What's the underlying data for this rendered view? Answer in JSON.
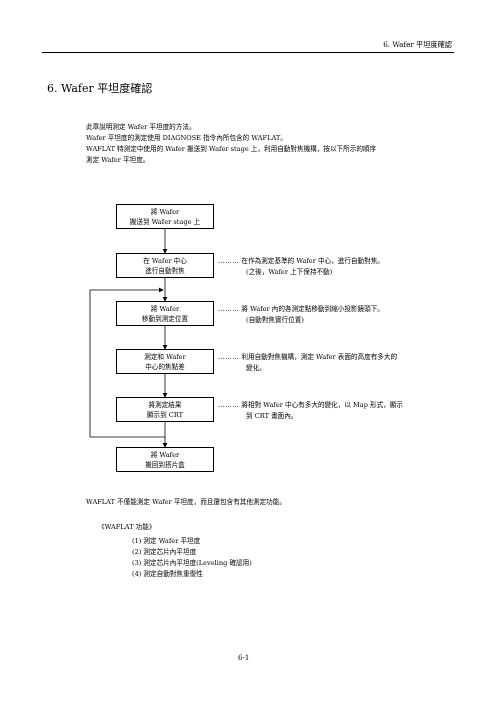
{
  "header": {
    "chapter": "6. Wafer 平坦度確認"
  },
  "title": "6. Wafer 平坦度確認",
  "intro": [
    "此章說明測定 Wafer 平坦度的方法。",
    "Wafer 平坦度的測定使用 DIAGNOSE 指令內所包含的 WAFLAT。",
    "WAFLAT 特測定中使用的 Wafer 搬送到 Wafer stage 上，利用自動對焦機構，按以下所示的順序",
    "測定 Wafer 平坦度。"
  ],
  "flow": {
    "boxes": [
      {
        "line1": "將 Wafer",
        "line2": "搬送到 Wafer stage 上"
      },
      {
        "line1": "在 Wafer 中心",
        "line2": "進行自動對焦"
      },
      {
        "line1": "將 Wafer",
        "line2": "移動到測定位置"
      },
      {
        "line1": "測定和 Wafer",
        "line2": "中心的焦點差"
      },
      {
        "line1": "將測定結果",
        "line2": "顯示到 CRT"
      },
      {
        "line1": "將 Wafer",
        "line2": "搬回到搭片盒"
      }
    ],
    "notes": [
      {
        "dots": "………",
        "line1": "在作為測定基準的 Wafer 中心，進行自動對焦。",
        "line2": "(之後，Wafer 上下保持不動)"
      },
      {
        "dots": "………",
        "line1": "將 Wafer 內的各測定點移動到縮小投影鏡頭下。",
        "line2": "(自動對焦實行位置)"
      },
      {
        "dots": "………",
        "line1": "利用自動對焦機構，測定 Wafer 表面的高度有多大的",
        "line2": "變化。"
      },
      {
        "dots": "………",
        "line1": "將相對 Wafer 中心有多大的變化，以 Map 形式，顯示",
        "line2": "到 CRT 畫面內。"
      }
    ]
  },
  "paragraph": "WAFLAT 不僅能測定 Wafer 平坦度，而且還包含有其他測定功能。",
  "functions": {
    "heading": "《WAFLAT 功能》",
    "items": [
      "(1)  測定 Wafer 平坦度",
      "(2)  測定芯片內平坦度",
      "(3)  測定芯片內平坦度(Leveling 確認用)",
      "(4)  測定自動對焦重復性"
    ]
  },
  "page_number": "6-1"
}
